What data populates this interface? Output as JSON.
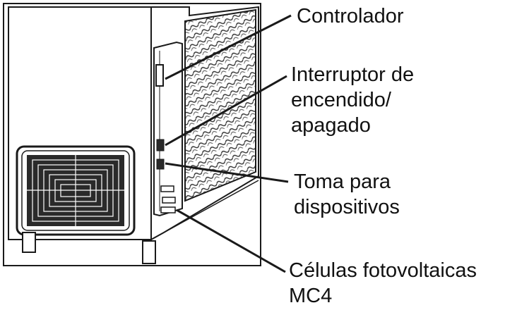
{
  "labels": {
    "controller": "Controlador",
    "power_switch": [
      "Interruptor de",
      "encendido/",
      "apagado"
    ],
    "device_outlet": [
      "Toma para",
      "dispositivos"
    ],
    "pv_cells": [
      "Células fotovoltaicas",
      "MC4"
    ]
  },
  "colors": {
    "line": "#1a1a1a",
    "fill": "#ffffff",
    "background": "#ffffff"
  }
}
